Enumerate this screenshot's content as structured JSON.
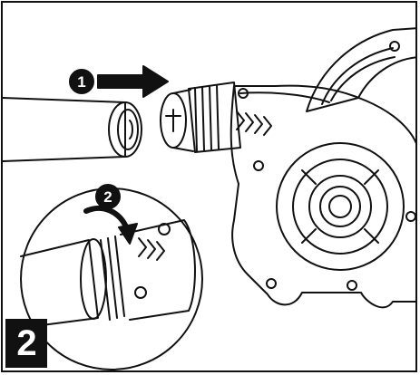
{
  "figure": {
    "step_number": "2",
    "callouts": [
      {
        "label": "1",
        "meaning": "insert-tube"
      },
      {
        "label": "2",
        "meaning": "rotate-to-lock"
      }
    ],
    "colors": {
      "ink": "#111111",
      "background": "#ffffff",
      "badge_fill": "#111111",
      "badge_text": "#ffffff"
    }
  }
}
